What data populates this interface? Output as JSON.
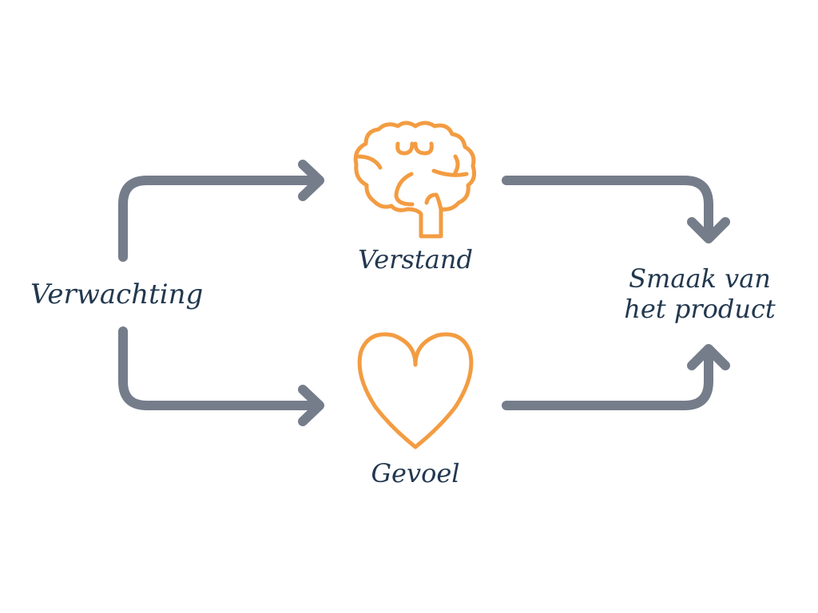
{
  "diagram": {
    "type": "flow",
    "colors": {
      "arrow": "#757d8b",
      "icon": "#f39c42",
      "text": "#22384f",
      "background": "#ffffff"
    },
    "nodes": {
      "start": {
        "label": "Verwachting"
      },
      "reason": {
        "label": "Verstand",
        "icon": "brain-icon"
      },
      "feeling": {
        "label": "Gevoel",
        "icon": "heart-icon"
      },
      "result": {
        "label_line1": "Smaak van",
        "label_line2": "het product"
      }
    },
    "edges": [
      {
        "from": "Verwachting",
        "to": "Verstand"
      },
      {
        "from": "Verwachting",
        "to": "Gevoel"
      },
      {
        "from": "Verstand",
        "to": "Smaak van het product"
      },
      {
        "from": "Gevoel",
        "to": "Smaak van het product"
      }
    ]
  }
}
